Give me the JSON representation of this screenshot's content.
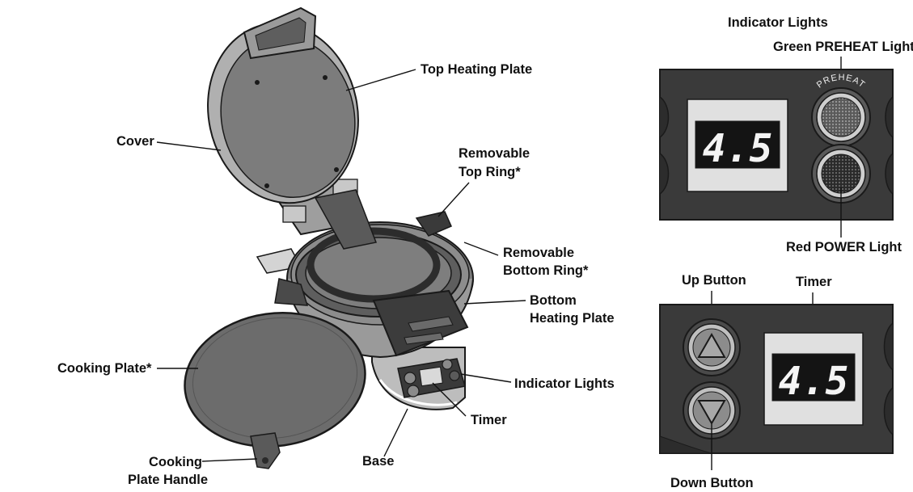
{
  "appliance_labels": {
    "top_heating_plate": "Top Heating Plate",
    "cover": "Cover",
    "removable_top_ring_line1": "Removable",
    "removable_top_ring_line2": "Top Ring*",
    "removable_bottom_ring_line1": "Removable",
    "removable_bottom_ring_line2": "Bottom Ring*",
    "bottom_heating_plate_line1": "Bottom",
    "bottom_heating_plate_line2": "Heating Plate",
    "cooking_plate": "Cooking Plate*",
    "indicator_lights": "Indicator Lights",
    "timer": "Timer",
    "cooking_plate_handle_line1": "Cooking",
    "cooking_plate_handle_line2": "Plate Handle",
    "base": "Base"
  },
  "indicator_panel": {
    "heading": "Indicator Lights",
    "green_light_label": "Green PREHEAT Light",
    "red_light_label": "Red POWER Light",
    "preheat_text": "PREHEAT",
    "display_value": "4.5"
  },
  "timer_panel": {
    "up_button_label": "Up Button",
    "timer_label": "Timer",
    "down_button_label": "Down Button",
    "display_value": "4.5"
  },
  "colors": {
    "panel_dark": "#3a3a3a",
    "appliance_gray": "#8c8c8c",
    "outline": "#1a1a1a"
  }
}
